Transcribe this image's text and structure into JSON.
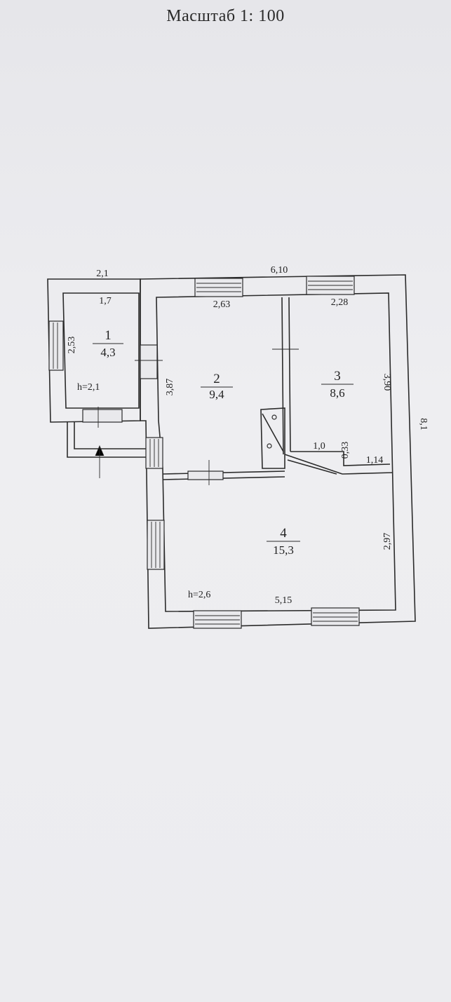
{
  "title": "Масштаб 1: 100",
  "rooms": [
    {
      "number": "1",
      "area": "4,3",
      "height": "h=2,1"
    },
    {
      "number": "2",
      "area": "9,4"
    },
    {
      "number": "3",
      "area": "8,6"
    },
    {
      "number": "4",
      "area": "15,3",
      "height": "h=2,6"
    }
  ],
  "dimensions": {
    "top_left_width": "2,1",
    "top_total_width": "6,10",
    "room1_width": "1,7",
    "room1_depth": "2,53",
    "room2_width": "2,63",
    "room2_depth": "3,87",
    "room3_width": "2,28",
    "room3_depth": "3,90",
    "recess_width": "1,0",
    "recess_depth": "0,33",
    "recess_offset": "1,14",
    "room4_depth": "2,97",
    "room4_width": "5,15",
    "total_depth": "8,1"
  }
}
